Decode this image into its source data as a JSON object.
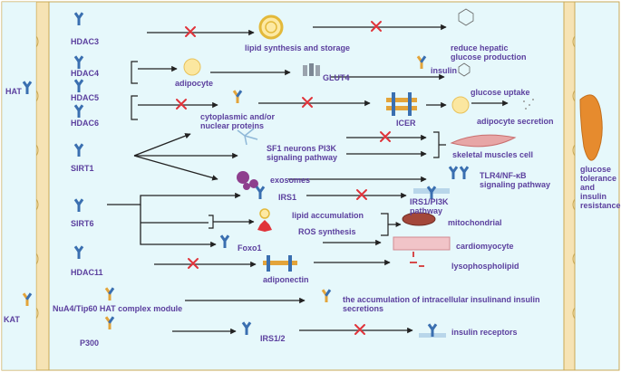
{
  "colors": {
    "background": "#e6f8fb",
    "membrane": "#f6e3b4",
    "membrane_outline": "#c9a955",
    "text": "#5b3f9e",
    "arrow": "#222222",
    "block_x": "#e0333a",
    "receptor_blue": "#3a6fb0",
    "receptor_gold": "#e3a43a",
    "pancreas": "#e68b2e"
  },
  "left_labels": {
    "hat": "HAT",
    "kat": "KAT"
  },
  "enzymes": {
    "hdac3": "HDAC3",
    "hdac4": "HDAC4",
    "hdac5": "HDAC5",
    "hdac6": "HDAC6",
    "sirt1": "SIRT1",
    "sirt6": "SIRT6",
    "hdac11": "HDAC11",
    "nua4": "NuA4/Tip60 HAT complex module",
    "p300": "P300"
  },
  "middle_labels": {
    "lipid_synthesis": "lipid synthesis and storage",
    "adipocyte": "adipocyte",
    "glut4": "GLUT4",
    "cytoplasmic": "cytoplasmic and/or nuclear proteins",
    "sf1": "SF1 neurons PI3K signaling pathway",
    "exosomes": "exosomes",
    "irs1": "IRS1",
    "lipid_accumulation": "lipid accumulation",
    "ros_synthesis": "ROS synthesis",
    "foxo1": "Foxo1",
    "adiponectin": "adiponectin",
    "irs12": "IRS1/2",
    "icer": "ICER"
  },
  "right_labels": {
    "reduce_hepatic": "reduce hepatic glucose production",
    "insulin": "insulin",
    "glucose_uptake": "glucose uptake",
    "adipocyte_secretion": "adipocyte secretion",
    "skeletal": "skeletal muscles cell",
    "tlr4": "TLR4/NF-κB signaling pathway",
    "irs1_pi3k": "IRS1/PI3K pathway",
    "mitochondrial": "mitochondrial",
    "cardiomyocyte": "cardiomyocyte",
    "lysophospholipid": "lysophospholipid",
    "accumulation": "the accumulation of intracellular insulinand insulin secretions",
    "insulin_receptors": "insulin receptors",
    "glucose_tolerance": "glucose tolerance and insulin resistance"
  }
}
